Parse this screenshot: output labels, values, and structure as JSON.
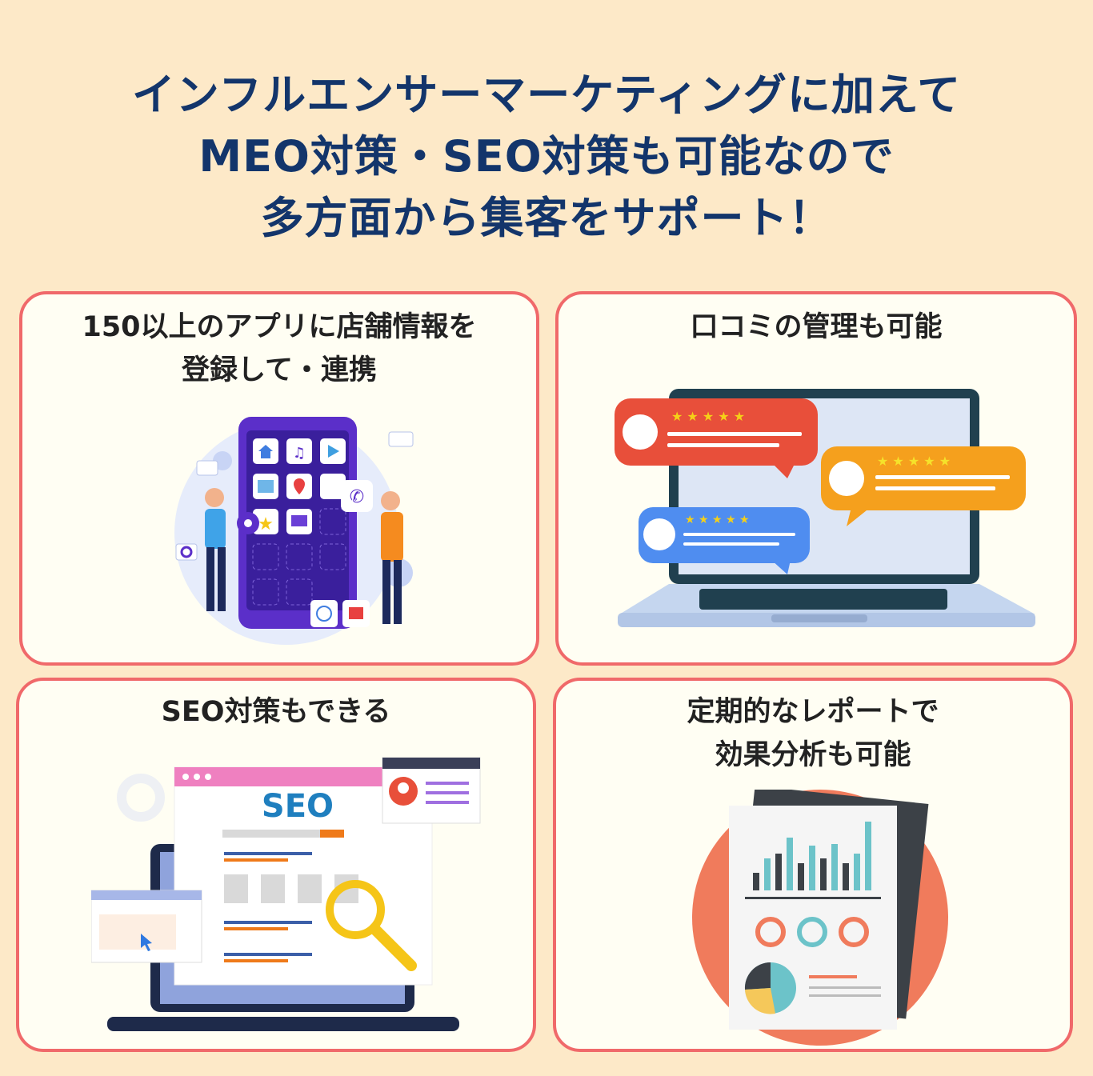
{
  "headline": {
    "line1": "インフルエンサーマーケティングに加えて",
    "line2": "MEO対策・SEO対策も可能なので",
    "line3": "多方面から集客をサポート！"
  },
  "cards": [
    {
      "title_line1": "150以上のアプリに店舗情報を",
      "title_line2": "登録して・連携"
    },
    {
      "title_line1": "口コミの管理も可能"
    },
    {
      "title_line1": "SEO対策もできる",
      "illustration_text": "SEO"
    },
    {
      "title_line1": "定期的なレポートで",
      "title_line2": "効果分析も可能"
    }
  ],
  "colors": {
    "background": "#fde9c8",
    "card_bg": "#fffef3",
    "card_border": "#f0696a",
    "headline": "#13356b"
  }
}
